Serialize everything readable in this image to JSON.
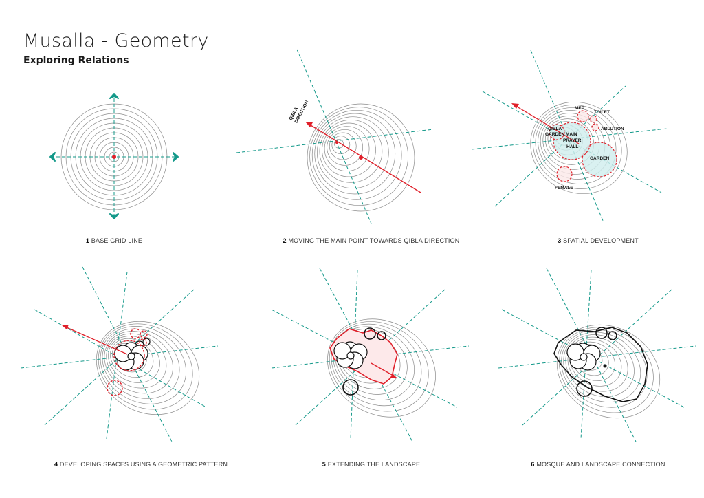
{
  "header": {
    "title": "Musalla - Geometry",
    "subtitle": "Exploring Relations"
  },
  "colors": {
    "teal": "#14998a",
    "red": "#e0202a",
    "ring": "#8a8a8a",
    "fill": "#cfeeed"
  },
  "panels": [
    {
      "num": "1",
      "caption": "BASE GRID LINE"
    },
    {
      "num": "2",
      "caption": "MOVING THE MAIN POINT TOWARDS QIBLA DIRECTION",
      "qibla_label_1": "QIBLA",
      "qibla_label_2": "DIRECTION"
    },
    {
      "num": "3",
      "caption": "SPATIAL DEVELOPMENT",
      "labels": {
        "mep": "MEP",
        "toilet": "TOILET",
        "ablution": "ABLUTION",
        "qibla_garden_1": "QIBLA",
        "qibla_garden_2": "GARDEN",
        "main_1": "MAIN",
        "main_2": "PRAYER",
        "main_3": "HALL",
        "garden": "GARDEN",
        "female": "FEMALE"
      }
    },
    {
      "num": "4",
      "caption": "DEVELOPING SPACES USING A GEOMETRIC PATTERN"
    },
    {
      "num": "5",
      "caption": "EXTENDING THE LANDSCAPE"
    },
    {
      "num": "6",
      "caption": "MOSQUE AND LANDSCAPE CONNECTION"
    }
  ]
}
